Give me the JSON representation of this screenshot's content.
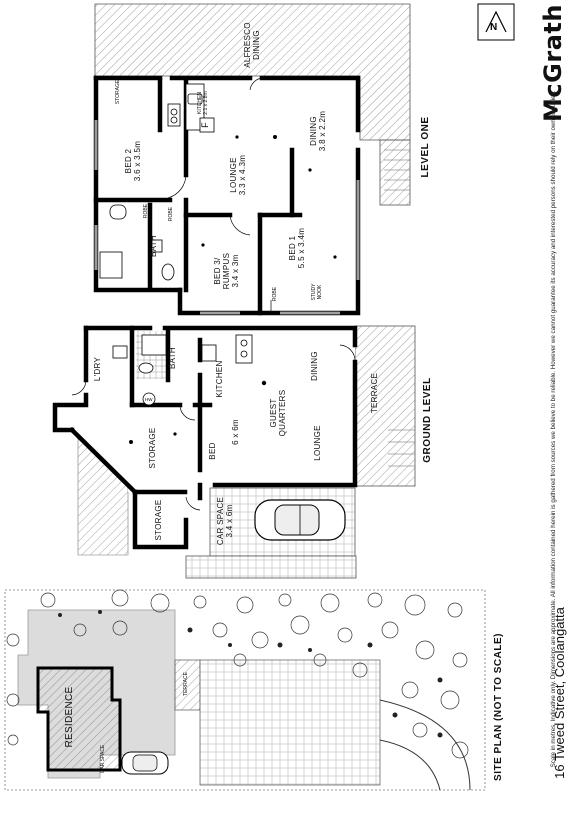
{
  "brand": {
    "name": "McGrath"
  },
  "property": {
    "address": "16 Tweed Street, Coolangatta",
    "disclaimer": "Scale in metres. Indicative only. Dimensions are approximate. All information contained herein is gathered from sources we believe to be reliable. However we cannot guarantee its accuracy and interested persons should rely on their own enquiries."
  },
  "levels": {
    "level_one": "LEVEL ONE",
    "ground": "GROUND LEVEL",
    "site_plan": "SITE PLAN (NOT TO SCALE)"
  },
  "level_one_rooms": {
    "alfresco": {
      "name": "ALFRESCO",
      "name2": "DINING"
    },
    "dining": {
      "name": "DINING",
      "dims": "3.8 x 2.2m"
    },
    "lounge": {
      "name": "LOUNGE",
      "dims": "3.3 x 4.3m"
    },
    "kitchen": {
      "name": "KITCHEN",
      "dims": "2.1 x 2.8m"
    },
    "fridge": "F",
    "storage": "STORAGE",
    "bed2": {
      "name": "BED 2",
      "dims": "3.6 x 3.5m"
    },
    "robe_a": "ROBE",
    "robe_b": "ROBE",
    "bath": "BATH",
    "bed3": {
      "name": "BED 3/",
      "name2": "RUMPUS",
      "dims": "3.4 x 3m"
    },
    "bed1": {
      "name": "BED 1",
      "dims": "5.5 x 3.4m"
    },
    "robe_c": "ROBE",
    "study": {
      "name": "STUDY",
      "name2": "NOOK"
    }
  },
  "ground_rooms": {
    "laundry": "L'DRY",
    "bath": "BATH",
    "kitchen": "KITCHEN",
    "dining": "DINING",
    "hw": "HW",
    "storage": "STORAGE",
    "guest": {
      "name": "GUEST",
      "name2": "QUARTERS",
      "dims": "6 x 6m",
      "bed": "BED",
      "lounge": "LOUNGE"
    },
    "terrace": "TERRACE",
    "storage2": "STORAGE",
    "car_space": {
      "name": "CAR SPACE",
      "dims": "3.4 x 6m"
    }
  },
  "site_rooms": {
    "residence": "RESIDENCE",
    "terrace": "TERRACE",
    "car_space": "CAR SPACE"
  }
}
